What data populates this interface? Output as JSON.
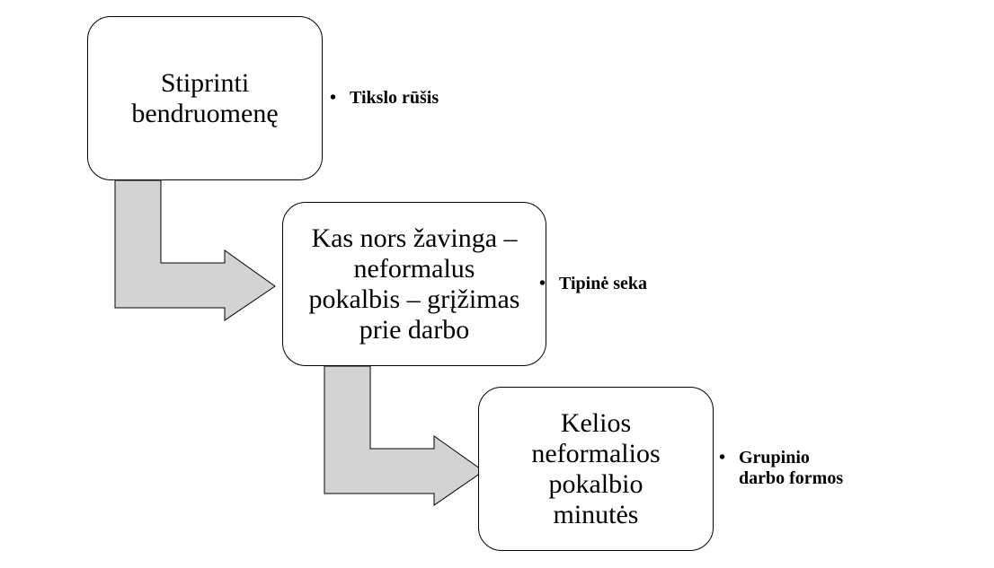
{
  "diagram": {
    "colors": {
      "arrow_fill": "#d3d3d3",
      "stroke": "#000000",
      "box_fill": "#ffffff"
    },
    "steps": [
      {
        "lines": [
          "Stiprinti",
          "bendruomenę"
        ],
        "side_label": {
          "bullet": "•",
          "lines": [
            "Tikslo rūšis"
          ]
        }
      },
      {
        "lines": [
          "Kas nors žavinga –",
          "neformalus",
          "pokalbis – grįžimas",
          "prie darbo"
        ],
        "side_label": {
          "bullet": "•",
          "lines": [
            "Tipinė seka"
          ]
        }
      },
      {
        "lines": [
          "Kelios",
          "neformalios",
          "pokalbio",
          "minutės"
        ],
        "side_label": {
          "bullet": "•",
          "lines": [
            "Grupinio",
            "darbo formos"
          ]
        }
      }
    ]
  }
}
